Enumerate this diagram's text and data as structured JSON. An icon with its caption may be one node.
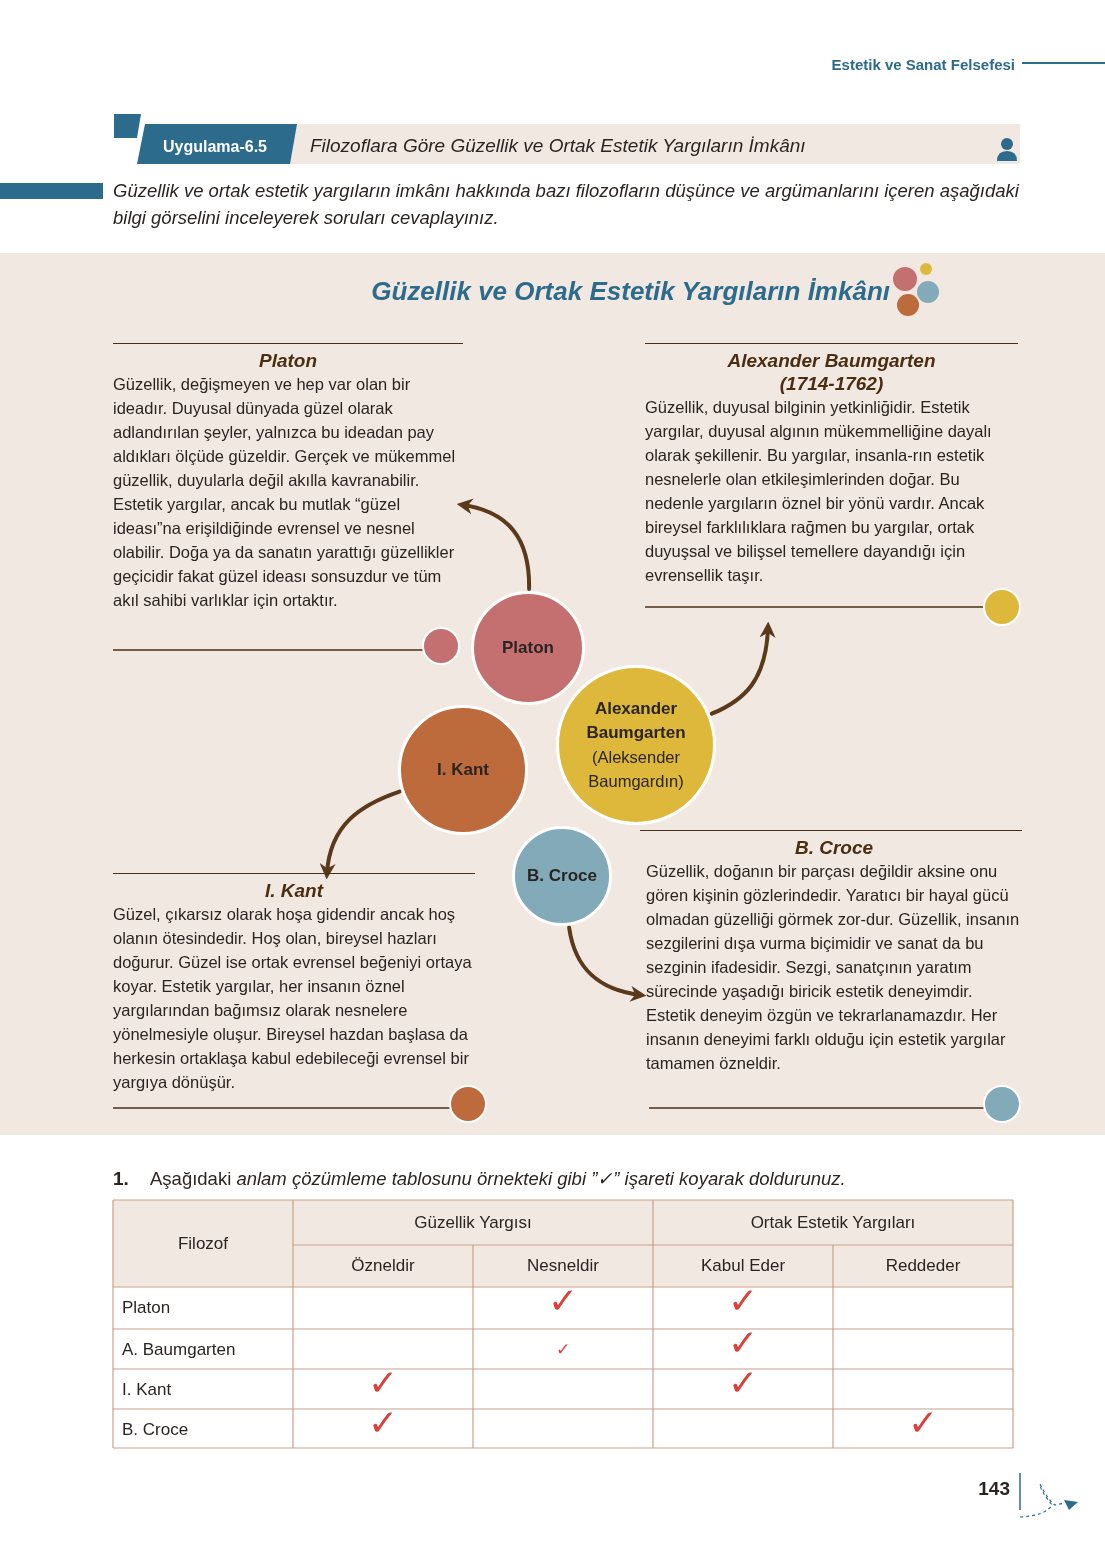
{
  "diagram": {
    "title": "Güzellik ve Ortak Estetik Yargıların İmkânı",
    "nodes": [
      {
        "text": [
          "Platon",
          "Güzellik, değişmeyen ve hep var olan bir ideadır. Duyusal dünyada güzel olarak adlandırılan şeyler, yalnızca bu ideadan pay aldıkları ölçüde güzeldir. Gerçek ve mükemmel güzellik, duyularla değil akılla kavranabilir. Estetik yargılar, ancak bu mutlak “güzel ideası”na erişildiğinde evrensel ve nesnel olabilir. Doğa ya da sanatın yarattığı güzellikler geçicidir fakat güzel ideası sonsuzdur ve tüm akıl sahibi varlıklar için ortaktır."
        ]
      },
      {
        "text": [
          "Alexander Baumgarten (1714-1762)",
          "Güzellik, duyusal bilginin yetkinliğidir. Estetik yargılar, duyusal algının mükemmelliğine dayalı olarak şekillenir. Bu yargılar, insanla-rın estetik nesnelerle olan etkileşimlerinden doğar. Bu nedenle yargıların öznel bir yönü vardır. Ancak bireysel farklılıklara rağmen bu yargılar, ortak duyuşsal ve bilişsel temellere dayandığı için evrensellik taşır."
        ]
      },
      {
        "text": [
          "I. Kant",
          "Güzel, çıkarsız olarak hoşa gidendir ancak hoş olanın ötesindedir. Hoş olan, bireysel hazları doğurur. Güzel ise ortak evrensel beğeniyi ortaya koyar. Estetik yargılar, her insanın öznel yargılarından bağımsız olarak nesnelere yönelmesiyle oluşur. Bireysel hazdan başlasa da herkesin ortaklaşa kabul edebileceği evrensel bir yargıya dönüşür."
        ]
      },
      {
        "text": [
          "B. Croce",
          "Güzellik, doğanın bir parçası değildir aksine onu gören kişinin gözlerindedir. Yaratıcı bir hayal gücü olmadan güzelliği görmek zor-dur. Güzellik, insanın sezgilerini dışa vurma biçimidir ve sanat da bu sezginin ifadesidir. Sezgi, sanatçının yaratım sürecinde yaşadığı biricik estetik deneyimdir. Estetik deneyim özgün ve tekrarlanamazdır. Her insanın deneyimi farklı olduğu için estetik yargılar tamamen özneldir."
        ]
      },
      {
        "text": [
          "Platon"
        ]
      },
      {
        "text": [
          "Alexander Baumgarten",
          "(Aleksender Baumgardın)"
        ]
      },
      {
        "text": [
          "I. Kant"
        ]
      },
      {
        "text": [
          "B. Croce"
        ]
      }
    ],
    "edges": [
      {
        "from": 4,
        "to": 0,
        "arrow": "to"
      },
      {
        "from": 5,
        "to": 1,
        "arrow": "to"
      },
      {
        "from": 6,
        "to": 2,
        "arrow": "to"
      },
      {
        "from": 7,
        "to": 3,
        "arrow": "to"
      }
    ],
    "labels": [
      "Estetik ve Sanat Felsefesi",
      "Uygulama-6.5",
      "Filozoflara Göre Güzellik ve Ortak Estetik Yargıların İmkânı",
      "Güzellik ve ortak estetik yargıların imkânı hakkında bazı filozofların düşünce ve argümanlarını içeren aşağıdaki bilgi görselini inceleyerek soruları cevaplayınız.",
      "1.",
      "Aşağıdaki *anlam çözümleme tablosunu örnekteki gibi ”✓” işareti koyarak doldurunuz.*",
      "Filozof",
      "Güzellik Yargısı",
      "Ortak Estetik Yargıları",
      "Özneldir",
      "Nesneldir",
      "Kabul Eder",
      "Reddeder",
      "Platon",
      "✓",
      "✓",
      "A. Baumgarten",
      "✓",
      "✓",
      "I. Kant",
      "✓",
      "✓",
      "B. Croce",
      "✓",
      "✓",
      "143"
    ]
  }
}
